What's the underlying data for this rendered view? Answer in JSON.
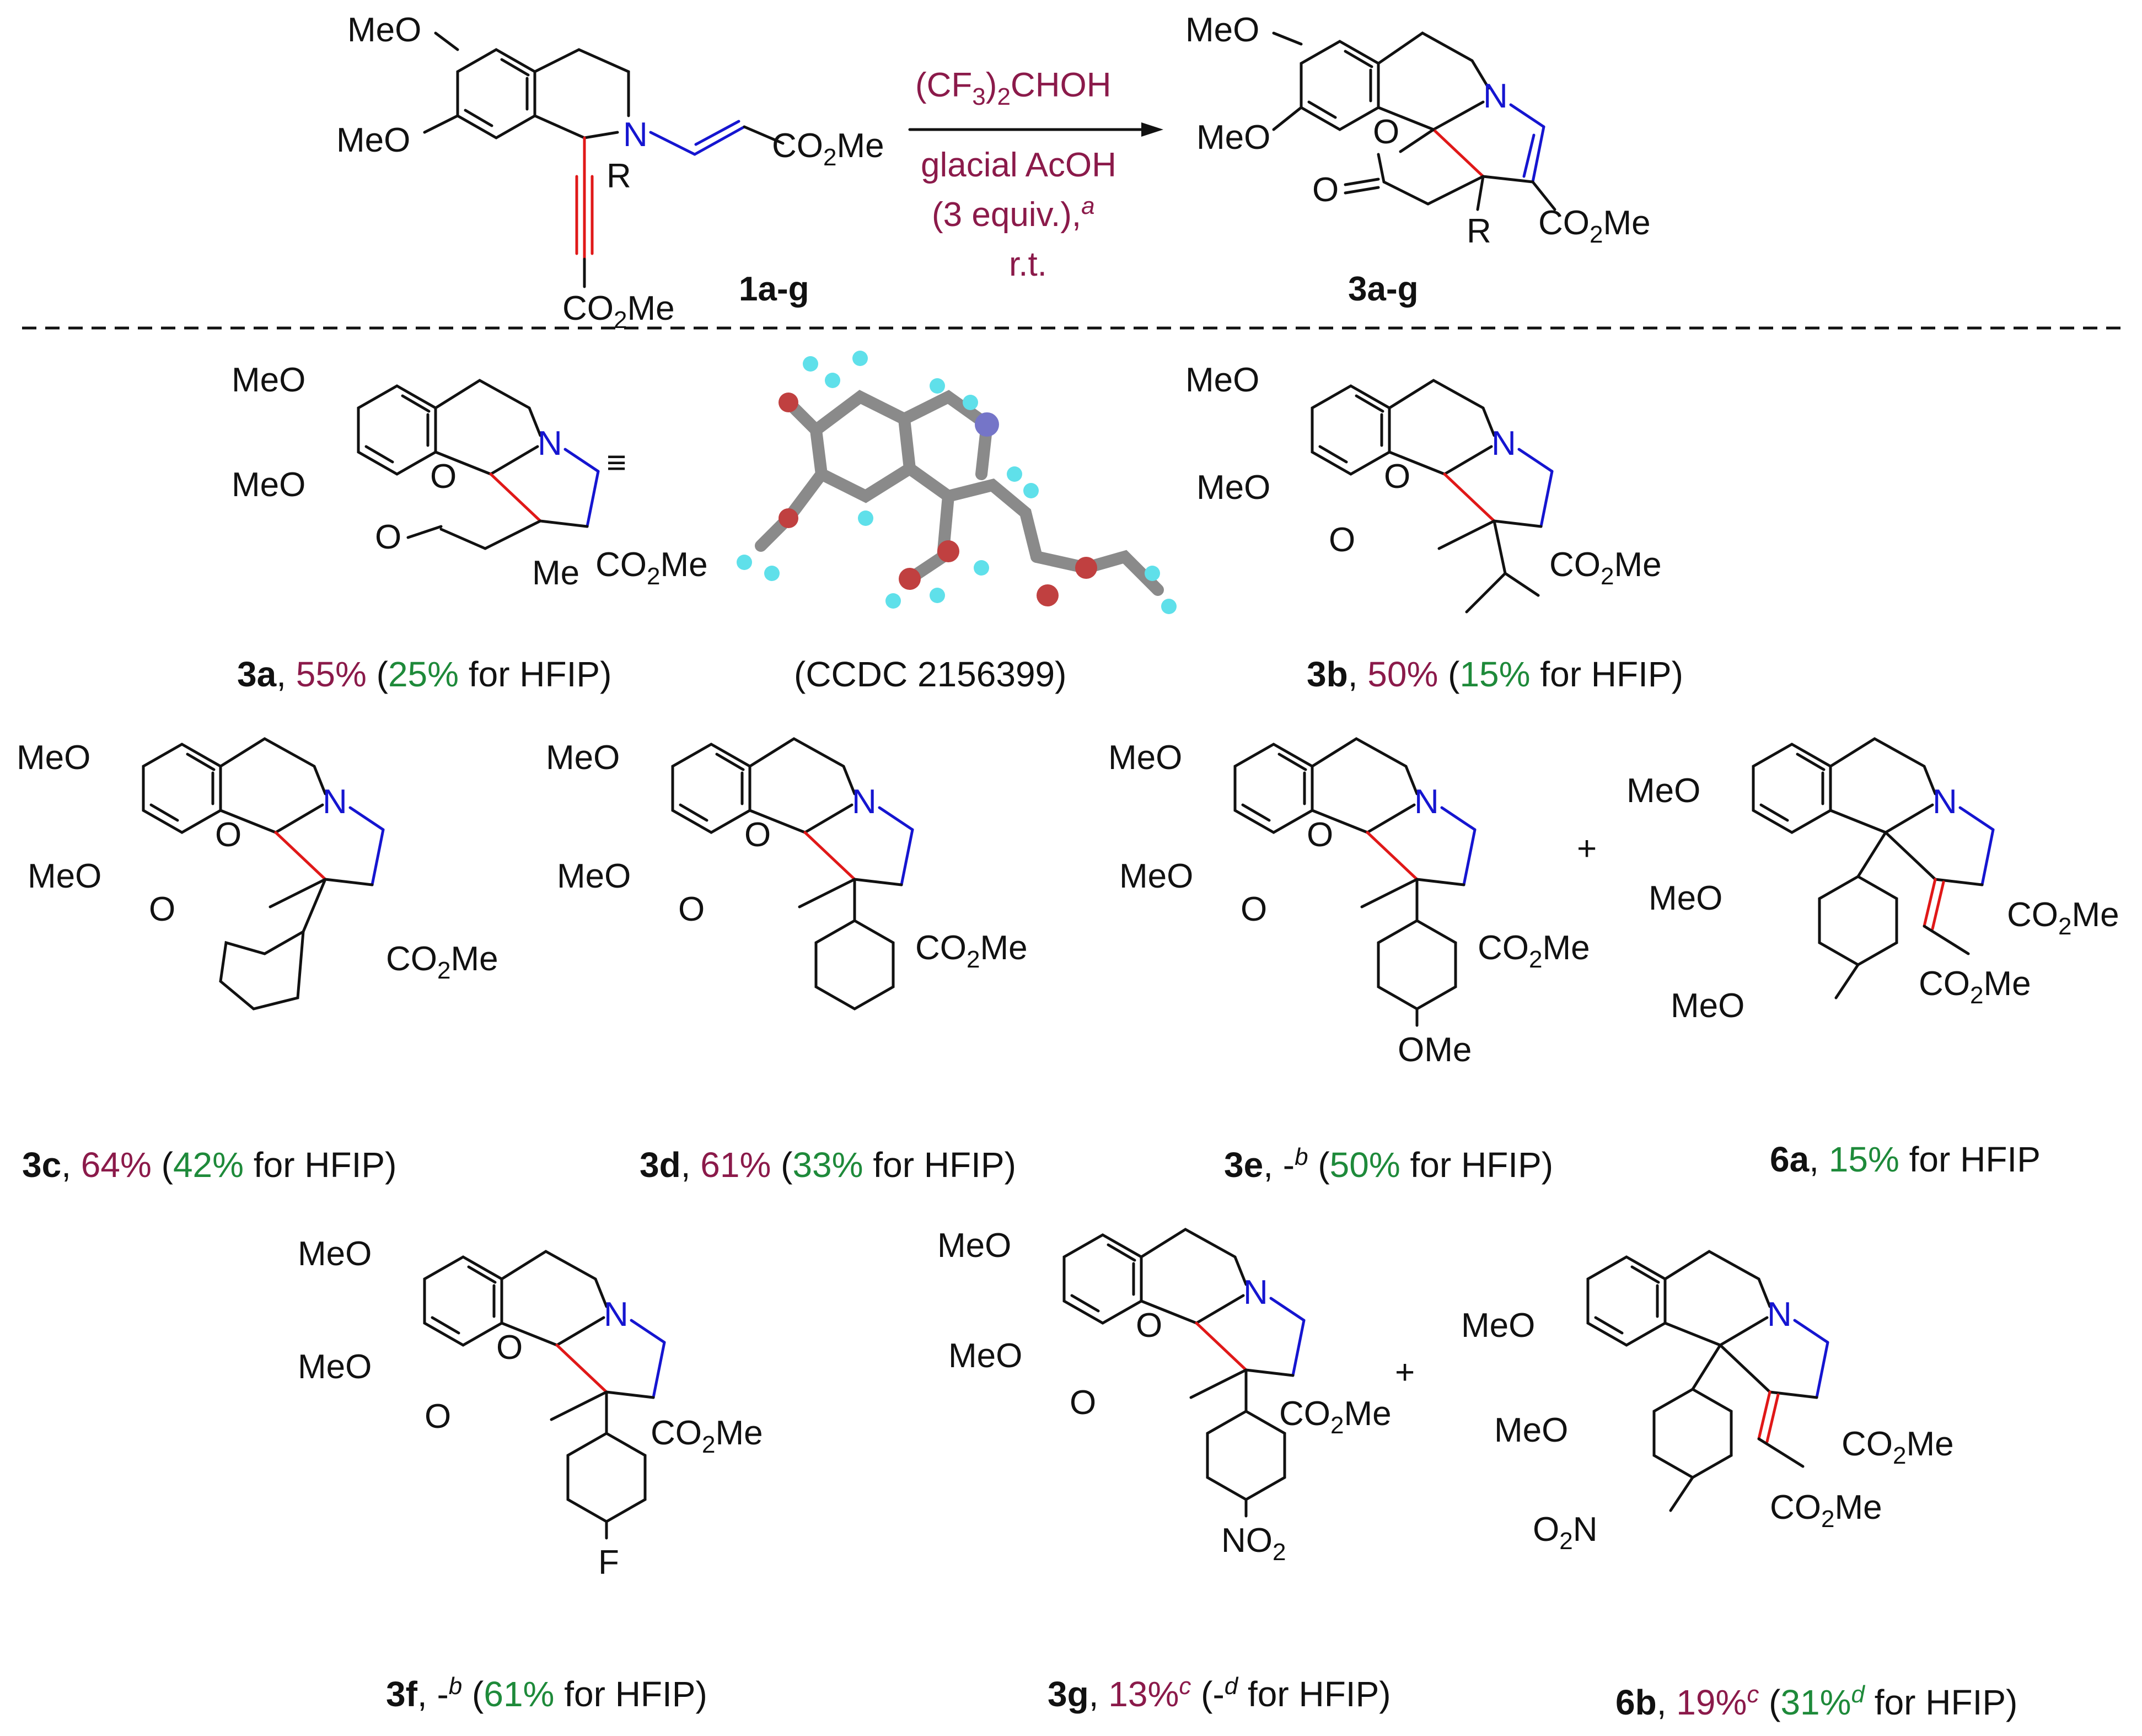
{
  "reaction": {
    "reagent_line1": "(CF",
    "reagent_line1_sub": "3",
    "reagent_line1_sub2": "2",
    "reagent_line1_end": "CHOH",
    "reagent_line1_mid": ")",
    "reagent_line2": "glacial AcOH",
    "reagent_line3": "(3 equiv.),",
    "reagent_line3_sup": "a",
    "reagent_line4": "r.t.",
    "sm_label": "1a-g",
    "product_label": "3a-g",
    "R": "R"
  },
  "labels": {
    "MeO": "MeO",
    "N": "N",
    "O": "O",
    "CO2Me_a": "CO",
    "CO2Me_sub": "2",
    "CO2Me_b": "Me",
    "Me": "Me",
    "OMe": "OMe",
    "F": "F",
    "NO2_a": "NO",
    "NO2_sub": "2",
    "O2N_a": "O",
    "O2N_sub": "2",
    "O2N_b": "N",
    "plus": "+",
    "equiv": "≡"
  },
  "ccdc": "(CCDC 2156399)",
  "compounds": [
    {
      "id": "3a",
      "yield": "55%",
      "hfip": "25%",
      "hfip_text": " for HFIP"
    },
    {
      "id": "3b",
      "yield": "50%",
      "hfip": "15%",
      "hfip_text": " for HFIP"
    },
    {
      "id": "3c",
      "yield": "64%",
      "hfip": "42%",
      "hfip_text": " for HFIP"
    },
    {
      "id": "3d",
      "yield": "61%",
      "hfip": "33%",
      "hfip_text": " for HFIP"
    },
    {
      "id": "3e",
      "yield": "-",
      "yield_sup": "b",
      "hfip": "50%",
      "hfip_text": " for HFIP"
    },
    {
      "id": "6a",
      "hfip": "15%",
      "hfip_text": " for HFIP"
    },
    {
      "id": "3f",
      "yield": "-",
      "yield_sup": "b",
      "hfip": "61%",
      "hfip_text": " for HFIP"
    },
    {
      "id": "3g",
      "yield": "13%",
      "yield_sup": "c",
      "hfip": "-",
      "hfip_sup": "d",
      "hfip_text": " for HFIP"
    },
    {
      "id": "6b",
      "yield": "19%",
      "yield_sup": "c",
      "hfip": "31%",
      "hfip_sup": "d",
      "hfip_text": " for HFIP"
    }
  ],
  "colors": {
    "purple": "#8b1a4a",
    "green": "#1e8a3a",
    "blue": "#1515d0",
    "red": "#e01818"
  }
}
